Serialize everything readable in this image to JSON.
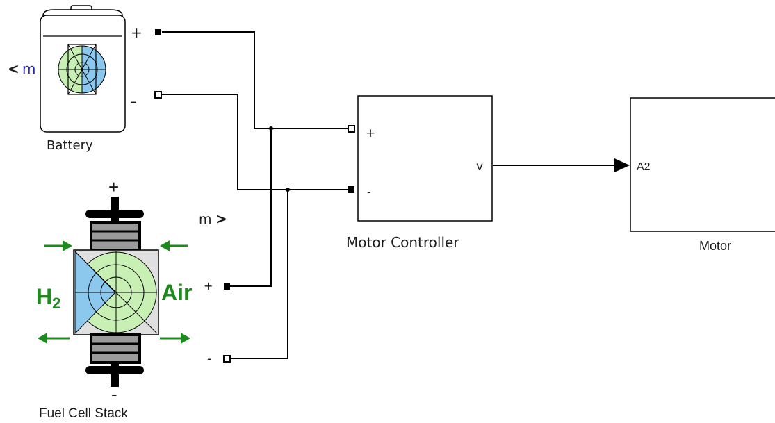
{
  "battery": {
    "name": "Battery",
    "port_plus": "+",
    "port_minus": "–",
    "port_m": "m",
    "port_m_arrow": "<"
  },
  "fuel_cell": {
    "name": "Fuel Cell Stack",
    "top_sign": "+",
    "bottom_sign": "-",
    "port_m": "m",
    "port_m_arrow": ">",
    "port_plus": "+",
    "port_minus": "-",
    "left_gas_main": "H",
    "left_gas_sub": "2",
    "right_gas": "Air"
  },
  "motor_controller": {
    "name": "Motor Controller",
    "port_plus": "+",
    "port_minus": "-",
    "port_out": "v"
  },
  "motor": {
    "name": "Motor",
    "port_in": "A2"
  },
  "colors": {
    "line": "#000000",
    "accent_blue": "#2a2aa8",
    "gas_green": "#1d8a1d",
    "cell_green": "#c8f0b4",
    "cell_blue": "#8cc8ee",
    "terminal_gray": "#9a9a9a"
  }
}
